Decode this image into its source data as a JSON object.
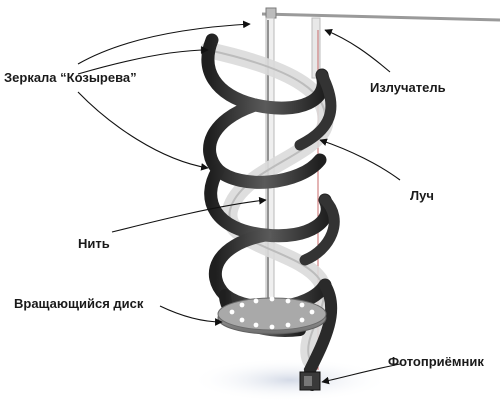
{
  "labels": {
    "mirrors": "Зеркала “Козырева”",
    "emitter": "Излучатель",
    "beam": "Луч",
    "thread": "Нить",
    "disk": "Вращающийся диск",
    "photodetector": "Фотоприёмник"
  },
  "colors": {
    "ribbon_dark": "#2a2a2a",
    "ribbon_light": "#dcdcdc",
    "beam": "#c86a6a",
    "arrow": "#111111",
    "disk": "#8f8f8f"
  }
}
